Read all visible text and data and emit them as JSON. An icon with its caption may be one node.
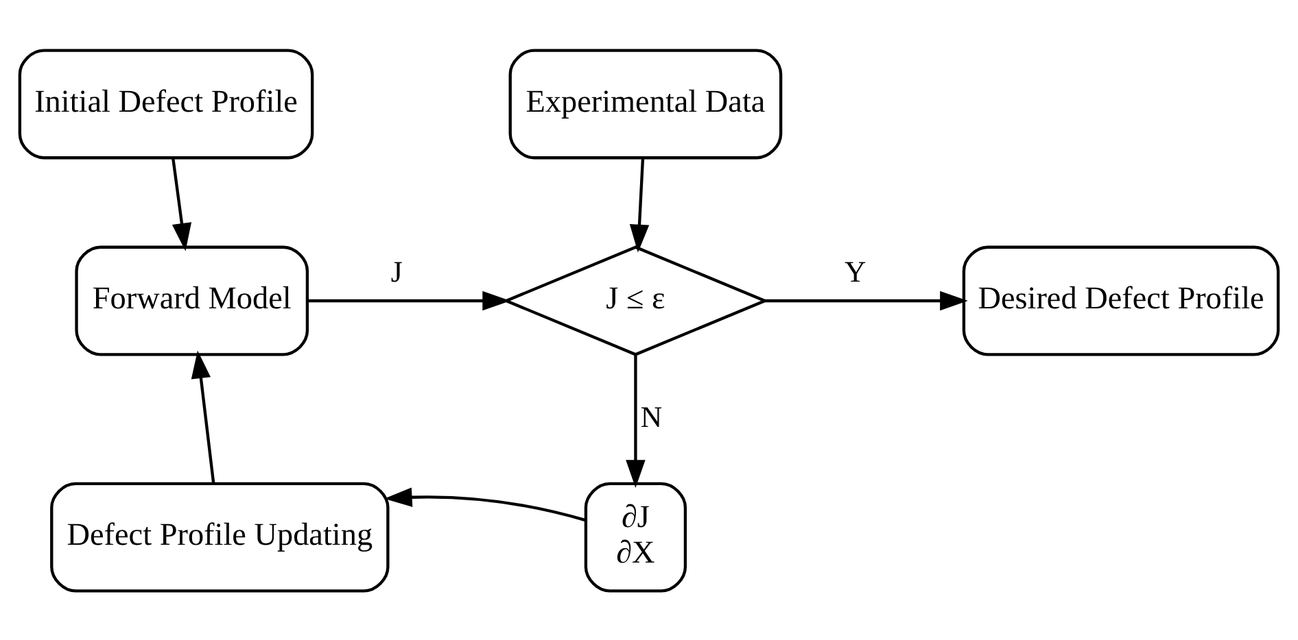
{
  "diagram": {
    "nodes": [
      {
        "text": [
          "Initial Defect Profile"
        ]
      },
      {
        "text": [
          "Experimental Data"
        ]
      },
      {
        "text": [
          "Forward Model"
        ]
      },
      {
        "text": [
          "J ≤ ε"
        ]
      },
      {
        "text": [
          "Desired Defect Profile"
        ]
      },
      {
        "text": [
          "Defect Profile Updating"
        ]
      },
      {
        "text": [
          "∂J",
          "∂X"
        ]
      }
    ],
    "edges": [
      {
        "from": 0,
        "to": 2,
        "arrow": "to"
      },
      {
        "from": 1,
        "to": 3,
        "arrow": "to"
      },
      {
        "from": 2,
        "to": 3,
        "label": "J",
        "arrow": "to"
      },
      {
        "from": 3,
        "to": 4,
        "label": "Y",
        "arrow": "to"
      },
      {
        "from": 3,
        "to": 6,
        "label": "N",
        "arrow": "to"
      },
      {
        "from": 6,
        "to": 5,
        "arrow": "to"
      },
      {
        "from": 5,
        "to": 2,
        "arrow": "to"
      }
    ]
  }
}
